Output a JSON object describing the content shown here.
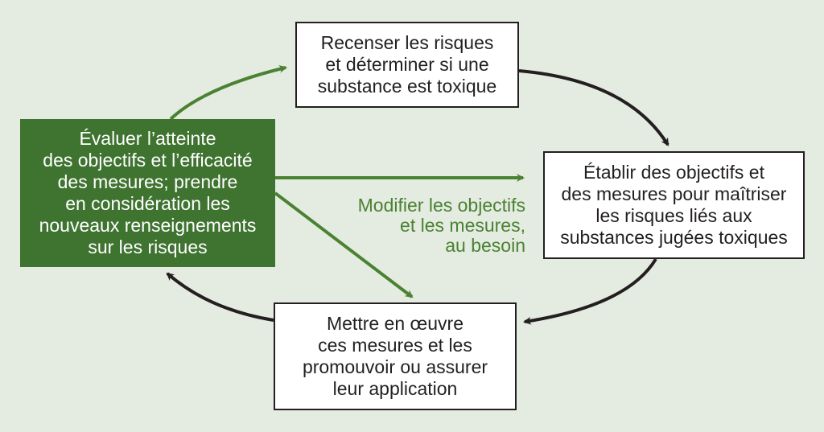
{
  "diagram": {
    "boxes": {
      "identify": "Recenser les risques\net déterminer si une\nsubstance est toxique",
      "objectives": "Établir des objectifs et\ndes mesures pour maîtriser\nles risques liés aux\nsubstances jugées toxiques",
      "implement": "Mettre en œuvre\nces mesures et les\npromouvoir ou assurer\nleur application",
      "evaluate": "Évaluer l’atteinte\ndes objectifs et l’efficacité\ndes mesures; prendre\nen considération les\nnouveaux renseignements\nsur les risques"
    },
    "modify_label": "Modifier les objectifs\net les mesures,\nau besoin"
  },
  "colors": {
    "background": "#e4ebe1",
    "green_box": "#3f7330",
    "green_arrow": "#4a8232",
    "black_arrow": "#231f20"
  }
}
